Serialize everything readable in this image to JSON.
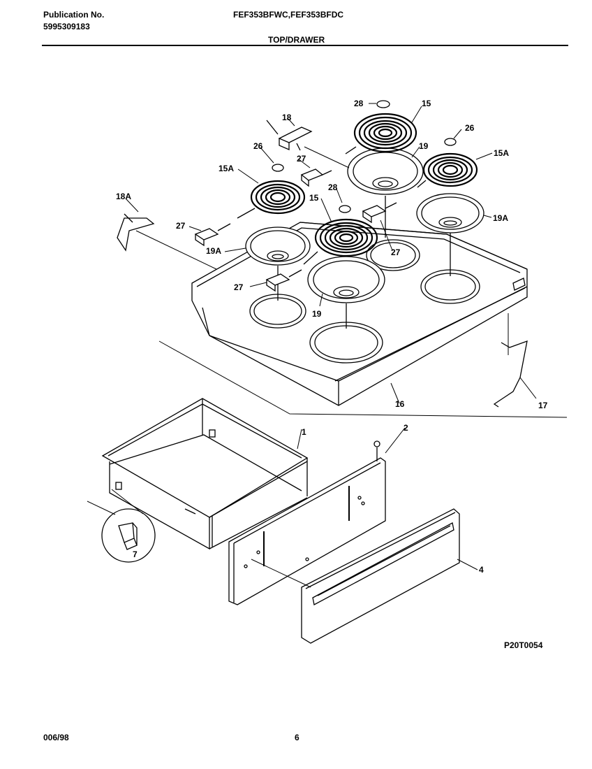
{
  "header": {
    "publication_label": "Publication No.",
    "publication_number": "5995309183",
    "models": "FEF353BFWC,FEF353BFDC",
    "section": "TOP/DRAWER"
  },
  "callouts": {
    "c28a": "28",
    "c15a": "15",
    "c18": "18",
    "c26a": "26",
    "c26b": "26",
    "c15A_left": "15A",
    "c15A_right": "15A",
    "c27a": "27",
    "c19a": "19",
    "c18A": "18A",
    "c28b": "28",
    "c15b": "15",
    "c27b": "27",
    "c19A_left": "19A",
    "c19A_right": "19A",
    "c27c": "27",
    "c27d": "27",
    "c19b": "19",
    "c16": "16",
    "c17": "17",
    "c1": "1",
    "c2": "2",
    "c4": "4",
    "c7": "7"
  },
  "figure_code": "P20T0054",
  "footer": {
    "date": "006/98",
    "page": "6"
  }
}
